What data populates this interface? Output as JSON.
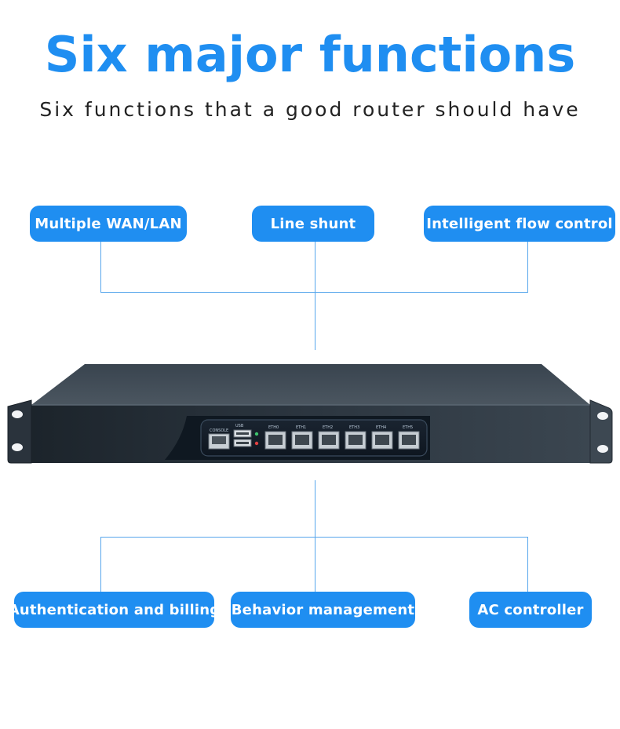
{
  "header": {
    "title": "Six major functions",
    "subtitle": "Six functions that a good router should have"
  },
  "functions": {
    "top": [
      "Multiple WAN/LAN",
      "Line shunt",
      "Intelligent flow control"
    ],
    "bottom": [
      "Authentication and billing",
      "Behavior management",
      "AC controller"
    ]
  },
  "device": {
    "port_labels": [
      "CONSOLE",
      "USB",
      "ETH0",
      "ETH1",
      "ETH2",
      "ETH3",
      "ETH4",
      "ETH5"
    ]
  },
  "colors": {
    "accent": "#1f8ef1",
    "connector": "#57a6ec",
    "chassis": "#2c3640"
  }
}
